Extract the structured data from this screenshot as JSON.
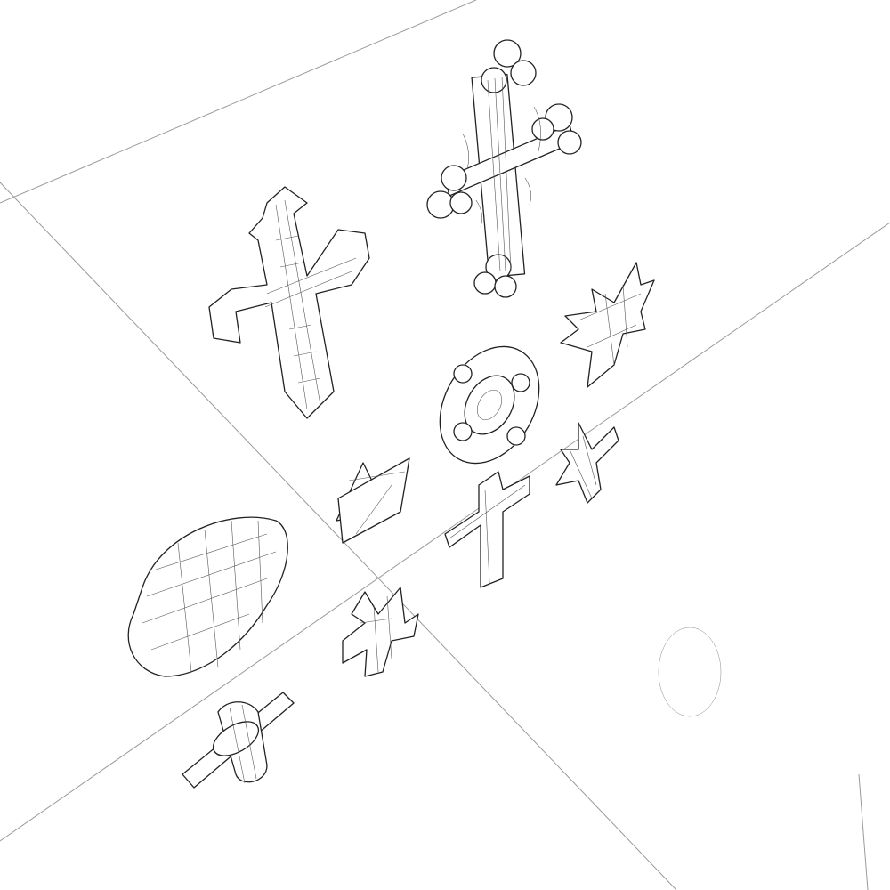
{
  "scene": {
    "background_color": "#ffffff",
    "wireframe_color": "#222222",
    "ground_line_color": "#9a9a9a",
    "objects": [
      "gothic-cross",
      "trefoil-cross",
      "celtic-ring",
      "star-cross",
      "star-of-david",
      "latin-cross",
      "small-cross",
      "oval-medallion",
      "maltese-cross",
      "ankh-tube-cross",
      "ghost-ellipse"
    ]
  }
}
